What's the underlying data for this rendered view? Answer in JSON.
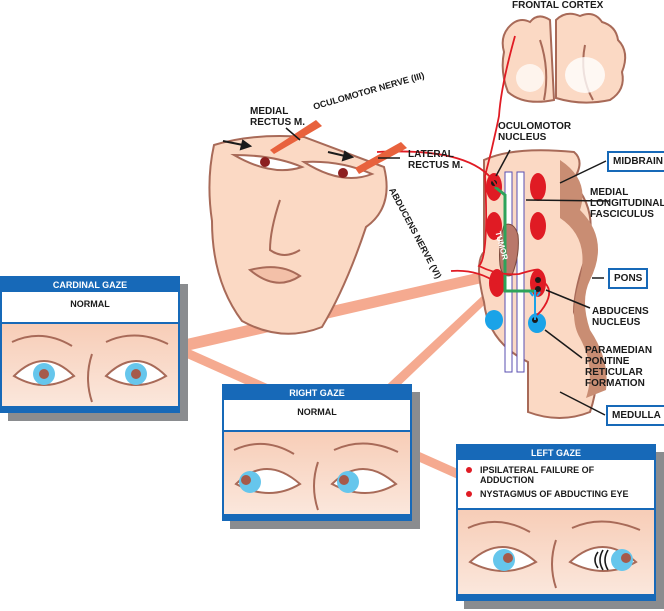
{
  "figure": {
    "title": "Internuclear ophthalmoplegia — MLF lesion (tumor)",
    "colors": {
      "panel_blue": "#1769b8",
      "nerve_red": "#e01b24",
      "mlf_green": "#2ea35a",
      "pprf_blue": "#1aa3e8",
      "skin": "#fbd9c4",
      "outline": "#a86a58",
      "muscle": "#e8623d"
    }
  },
  "labels": {
    "frontal_cortex": "FRONTAL CORTEX",
    "medial_rectus": "MEDIAL\nRECTUS M.",
    "oculomotor_nerve": "OCULOMOTOR NERVE (III)",
    "lateral_rectus": "LATERAL\nRECTUS M.",
    "abducens_nerve": "ABDUCENS NERVE (VI)",
    "oculomotor_nucleus": "OCULOMOTOR\nNUCLEUS",
    "midbrain": "MIDBRAIN",
    "mlf": "MEDIAL\nLONGITUDINAL\nFASCICULUS",
    "tumor": "TUMOR",
    "pons": "PONS",
    "abducens_nucleus": "ABDUCENS\nNUCLEUS",
    "pprf": "PARAMEDIAN\nPONTINE\nRETICULAR\nFORMATION",
    "medulla": "MEDULLA"
  },
  "panels": {
    "cardinal": {
      "title": "CARDINAL GAZE",
      "finding": "NORMAL"
    },
    "right": {
      "title": "RIGHT GAZE",
      "finding": "NORMAL"
    },
    "left": {
      "title": "LEFT GAZE",
      "findings": [
        "IPSILATERAL FAILURE OF ADDUCTION",
        "NYSTAGMUS OF ABDUCTING EYE"
      ]
    }
  }
}
